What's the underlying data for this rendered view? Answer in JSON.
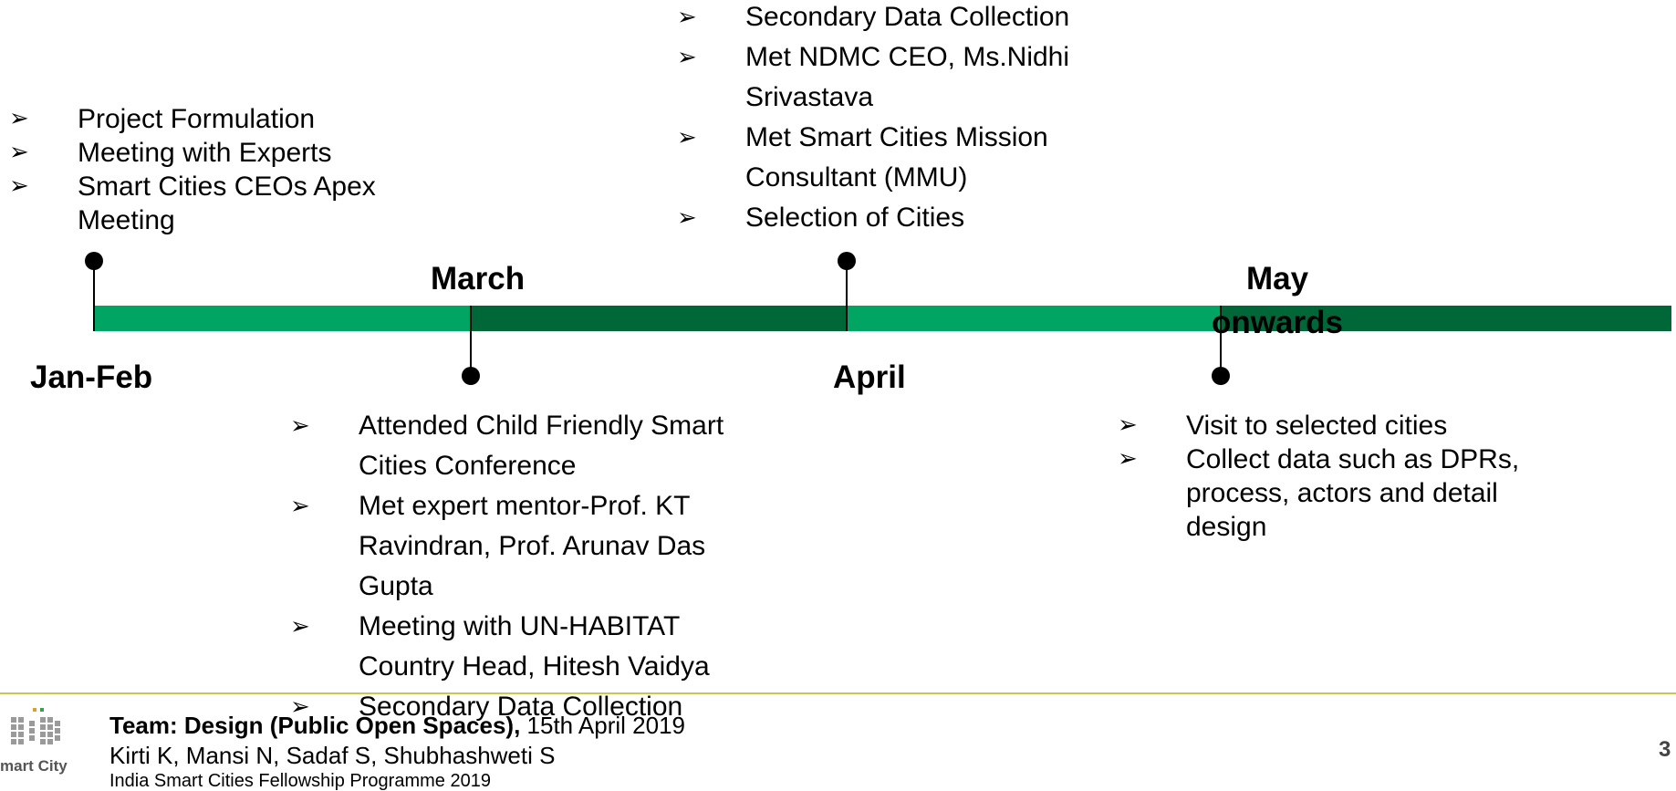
{
  "timeline": {
    "phases": [
      {
        "label": "Jan-Feb"
      },
      {
        "label": "March"
      },
      {
        "label": "April"
      },
      {
        "label": "May onwards"
      }
    ],
    "colors": {
      "light": "#00a564",
      "dark": "#006838"
    }
  },
  "lists": {
    "jan_feb": [
      "Project Formulation",
      "Meeting with Experts",
      "Smart Cities CEOs Apex Meeting"
    ],
    "march": [
      "Attended Child Friendly Smart Cities Conference",
      "Met expert mentor-Prof. KT Ravindran, Prof. Arunav Das Gupta",
      "Meeting with UN-HABITAT Country Head, Hitesh Vaidya",
      "Secondary Data Collection"
    ],
    "april": [
      "Secondary Data Collection",
      "Met NDMC CEO, Ms.Nidhi Srivastava",
      "Met Smart Cities Mission Consultant (MMU)",
      "Selection of Cities"
    ],
    "may": [
      "Visit to selected cities",
      "Collect data such as DPRs, process, actors and detail design"
    ],
    "bullet_symbol": "➢"
  },
  "footer": {
    "team_bold": "Team: Design (Public Open Spaces),",
    "team_date": " 15th April 2019",
    "names": "Kirti K, Mansi N, Sadaf S, Shubhashweti S",
    "program": "India Smart Cities Fellowship Programme 2019",
    "page_number": "3",
    "logo_text": "mart City"
  }
}
